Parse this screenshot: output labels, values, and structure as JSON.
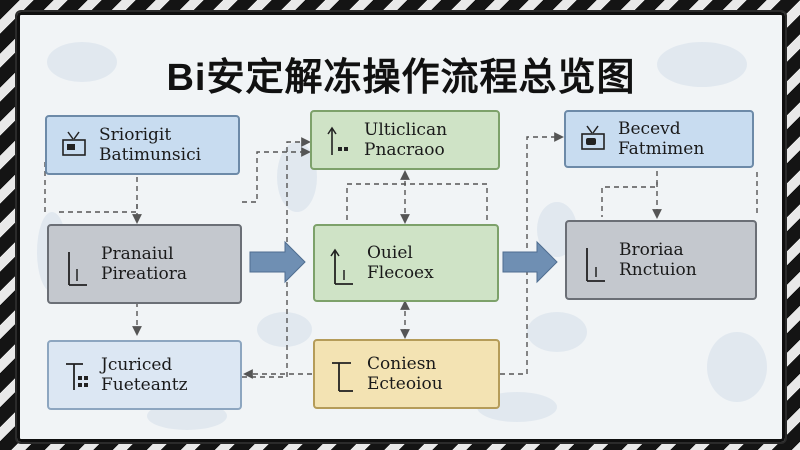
{
  "title": "Bi安定解冻操作流程总览图",
  "nodes": {
    "n1": {
      "line1": "Sriorigit",
      "line2": "Batimunsici",
      "icon": "tv-icon"
    },
    "n2": {
      "line1": "Pranaiul",
      "line2": "Pireatiora",
      "icon": "chart-bracket-icon"
    },
    "n3": {
      "line1": "Jcuriced",
      "line2": "Fueteantz",
      "icon": "bracket-dots-icon"
    },
    "n4": {
      "line1": "Ulticlican",
      "line2": "Pnacraoo",
      "icon": "arrow-up-icon"
    },
    "n5": {
      "line1": "Ouiel",
      "line2": "Flecoex",
      "icon": "chart-bracket-icon"
    },
    "n6": {
      "line1": "Coniesn",
      "line2": "Ecteoiou",
      "icon": "t-bracket-icon"
    },
    "n7": {
      "line1": "Becevd",
      "line2": "Fatmimen",
      "icon": "tv-icon"
    },
    "n8": {
      "line1": "Broriaa",
      "line2": "Rnctuion",
      "icon": "chart-bracket-icon"
    }
  },
  "colors": {
    "blue": "#c8dcf0",
    "grey": "#c4c8ce",
    "light_blue": "#dce7f3",
    "green": "#cfe3c6",
    "yellow": "#f3e3b3",
    "arrow": "#6f8fb3",
    "line": "#555"
  }
}
